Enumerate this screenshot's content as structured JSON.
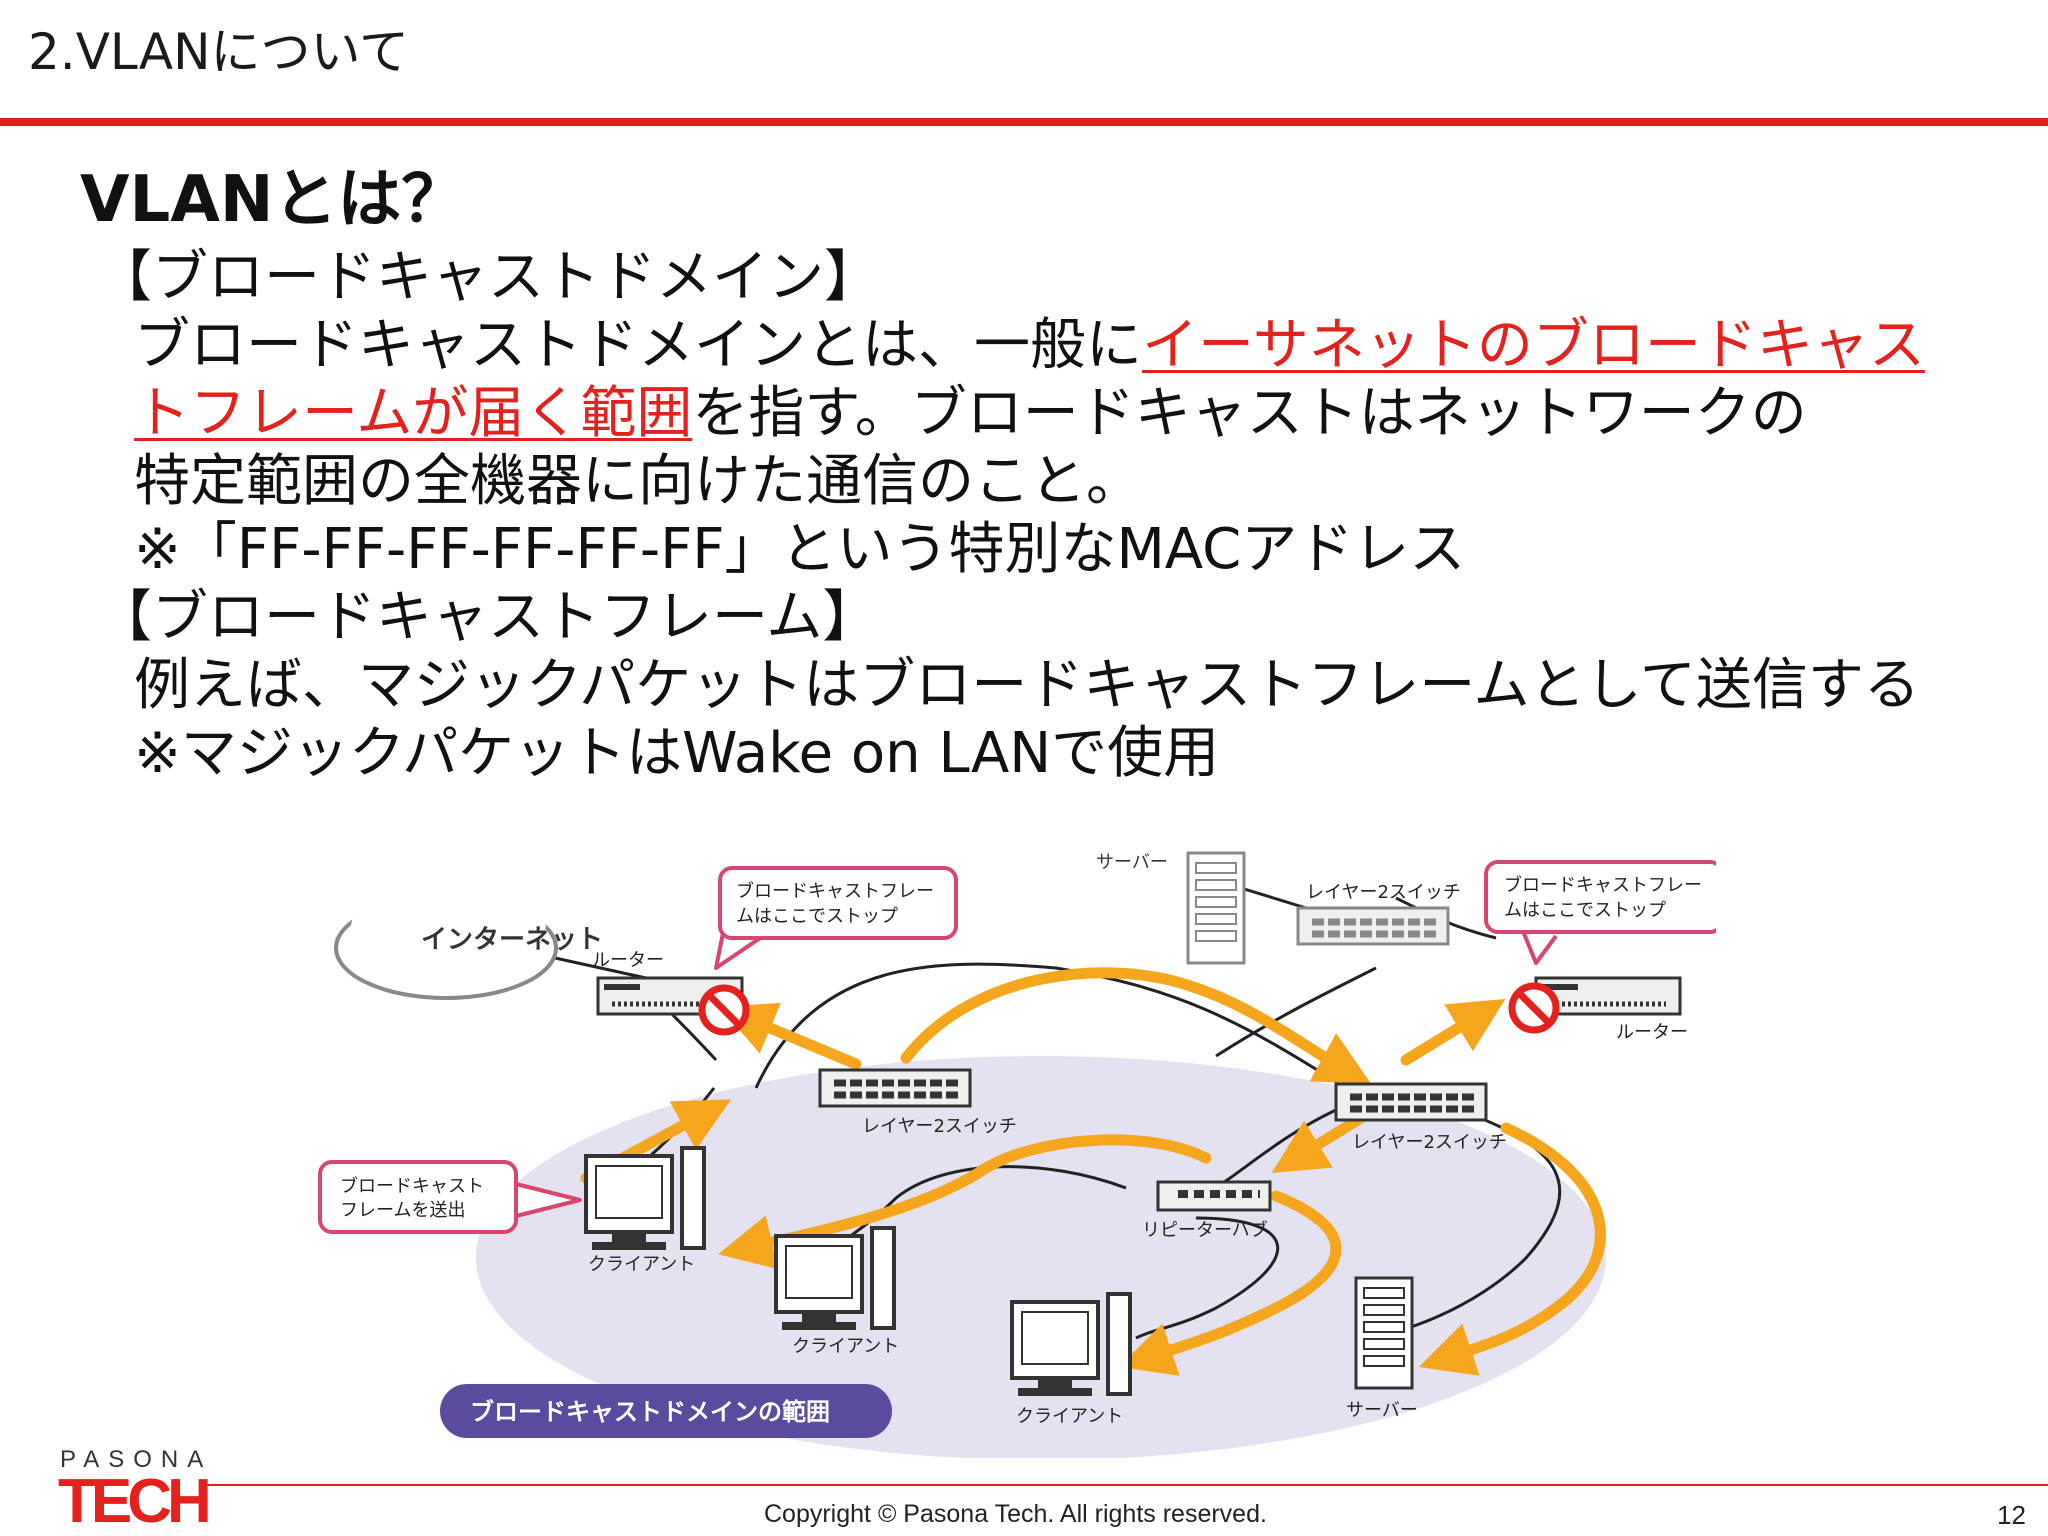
{
  "header": {
    "section_title": "2.VLANについて"
  },
  "slide": {
    "heading": "VLANとは？",
    "lines": [
      "【ブロードキャストドメイン】",
      "ブロードキャストドメインとは、一般に",
      "イーサネットのブロードキャス",
      "トフレームが届く範囲",
      "を指す。ブロードキャストはネットワークの",
      "特定範囲の全機器に向けた通信のこと。",
      "※「FF-FF-FF-FF-FF-FF」という特別なMACアドレス",
      "【ブロードキャストフレーム】",
      "例えば、マジックパケットはブロードキャストフレームとして送信する",
      "※マジックパケットはWake on LANで使用"
    ]
  },
  "diagram": {
    "internet": "インターネット",
    "router_left": "ルーター",
    "router_right": "ルーター",
    "server_top": "サーバー",
    "switch_top": "レイヤー2スイッチ",
    "switch_left": "レイヤー2スイッチ",
    "switch_right": "レイヤー2スイッチ",
    "hub": "リピーターハブ",
    "client_1": "クライアント",
    "client_2": "クライアント",
    "client_3": "クライアント",
    "server_bottom": "サーバー",
    "callout_stop_left": [
      "ブロードキャストフレー",
      "ムはここでストップ"
    ],
    "callout_stop_right": [
      "ブロードキャストフレー",
      "ムはここでストップ"
    ],
    "callout_send": [
      "ブロードキャスト",
      "フレームを送出"
    ],
    "domain_badge": "ブロードキャストドメインの範囲"
  },
  "footer": {
    "logo_top": "PASONA",
    "logo_bottom": "TECH",
    "copyright": "Copyright © Pasona Tech. All rights reserved.",
    "page_number": "12"
  },
  "colors": {
    "accent_red": "#e4211c",
    "arrow_orange": "#f5a61c",
    "domain_purple": "#e4e1f0",
    "badge_purple": "#5b4a9e",
    "callout_border": "#d8466f"
  }
}
